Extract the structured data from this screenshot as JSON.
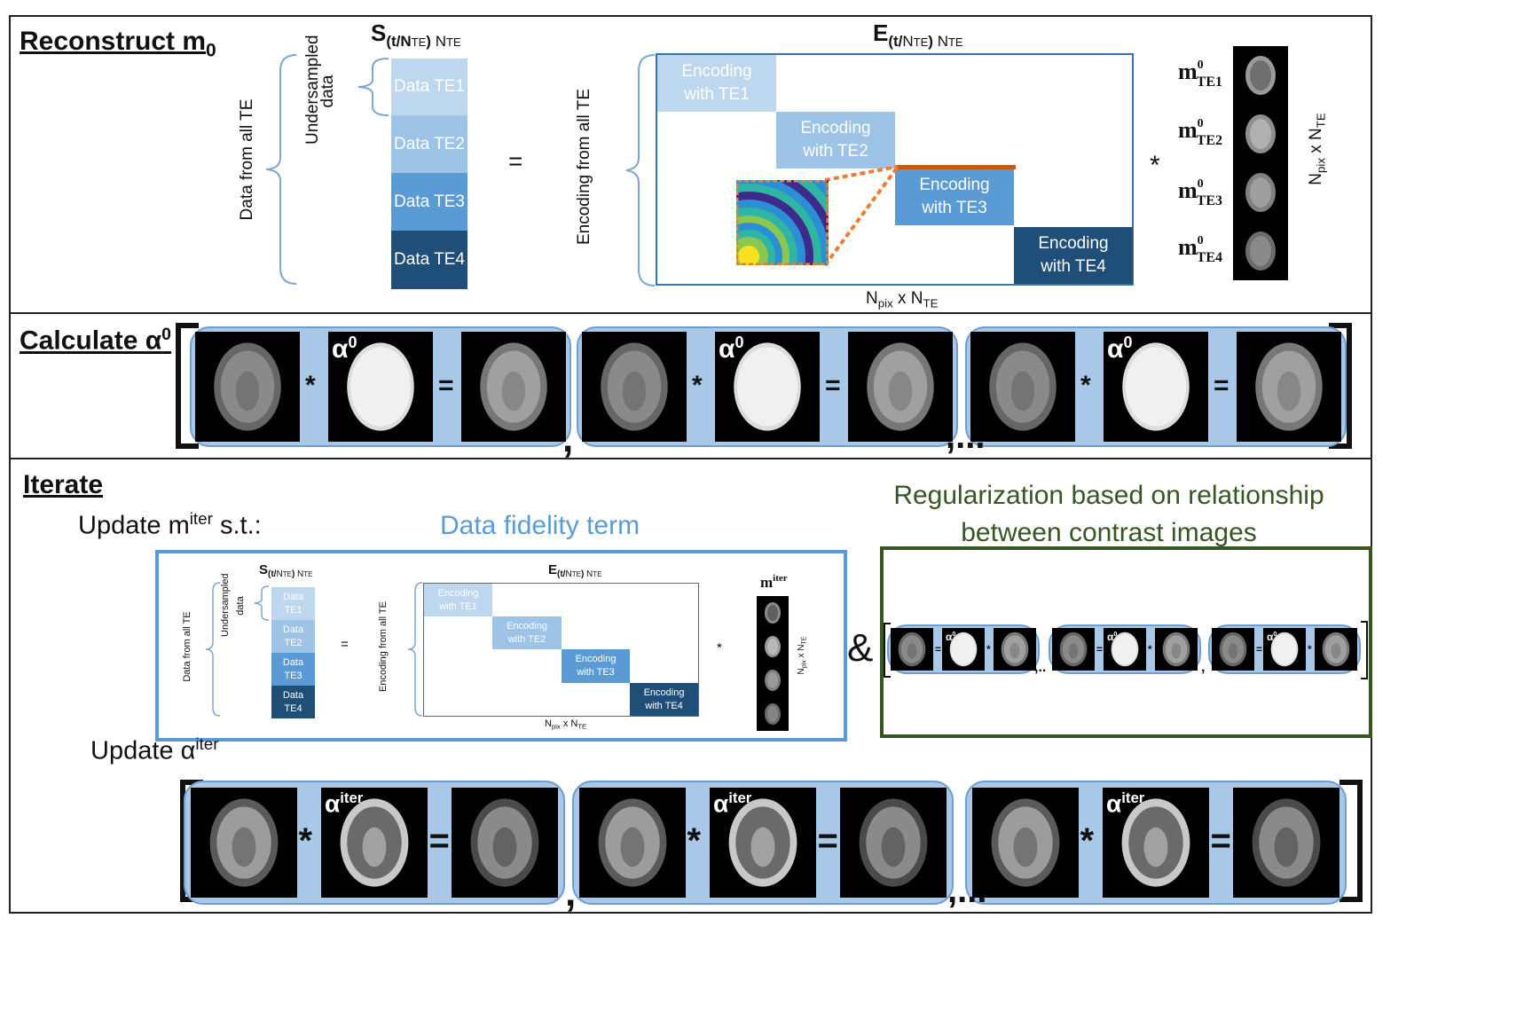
{
  "panel1": {
    "title": "Reconstruct m",
    "title_sub": "0",
    "data_from_all_te": "Data from all TE",
    "undersampled_data": "Undersampled data",
    "s_label": "S",
    "s_sub": "(t/N",
    "s_sub2": "TE",
    "s_sub3": ") N",
    "s_sub4": "TE",
    "data_cells": [
      "Data TE1",
      "Data TE2",
      "Data TE3",
      "Data TE4"
    ],
    "equals": "=",
    "encoding_from_all_te": "Encoding from all TE",
    "e_label": "E",
    "enc_cells": [
      "Encoding with TE1",
      "Encoding with TE2",
      "Encoding with TE3",
      "Encoding with TE4"
    ],
    "npix_label": "N",
    "npix_sub": "pix",
    "npix_x": " x N",
    "npix_sub2": "TE",
    "times": "*",
    "m_labels": [
      "TE1",
      "TE2",
      "TE3",
      "TE4"
    ],
    "m_sup": "0",
    "m_letter": "m",
    "npix_vertical": "N",
    "npix_vertical_full": "pix x N"
  },
  "panel2": {
    "title": "Calculate α",
    "title_sup": "0",
    "alpha_label": "α",
    "alpha_sup": "0",
    "times": "*",
    "equals": "=",
    "comma": ",",
    "ellipsis": ",..."
  },
  "panel3": {
    "title": "Iterate",
    "update_m": "Update m",
    "update_m_sup": "iter",
    "update_m_tail": " s.t.:",
    "data_fidelity": "Data fidelity term",
    "regularization_line1": "Regularization based on relationship",
    "regularization_line2": "between contrast images",
    "update_alpha": "Update α",
    "update_alpha_sup": "iter",
    "m_iter": "m",
    "m_iter_sup": "iter",
    "ampersand": "&",
    "alpha_iter": "α",
    "alpha_iter_sup": "iter",
    "small_alpha_sup": "0",
    "small_comma_ellipsis": ",..",
    "small_comma": ","
  },
  "colors": {
    "te1": "#bdd7ee",
    "te2": "#9dc3e6",
    "te3": "#5b9bd5",
    "te4": "#1f4e79",
    "frame_blue": "#a9c8e8",
    "fidelity_blue": "#5b9bd5",
    "reg_green": "#375623",
    "orange": "#ed7d31"
  }
}
